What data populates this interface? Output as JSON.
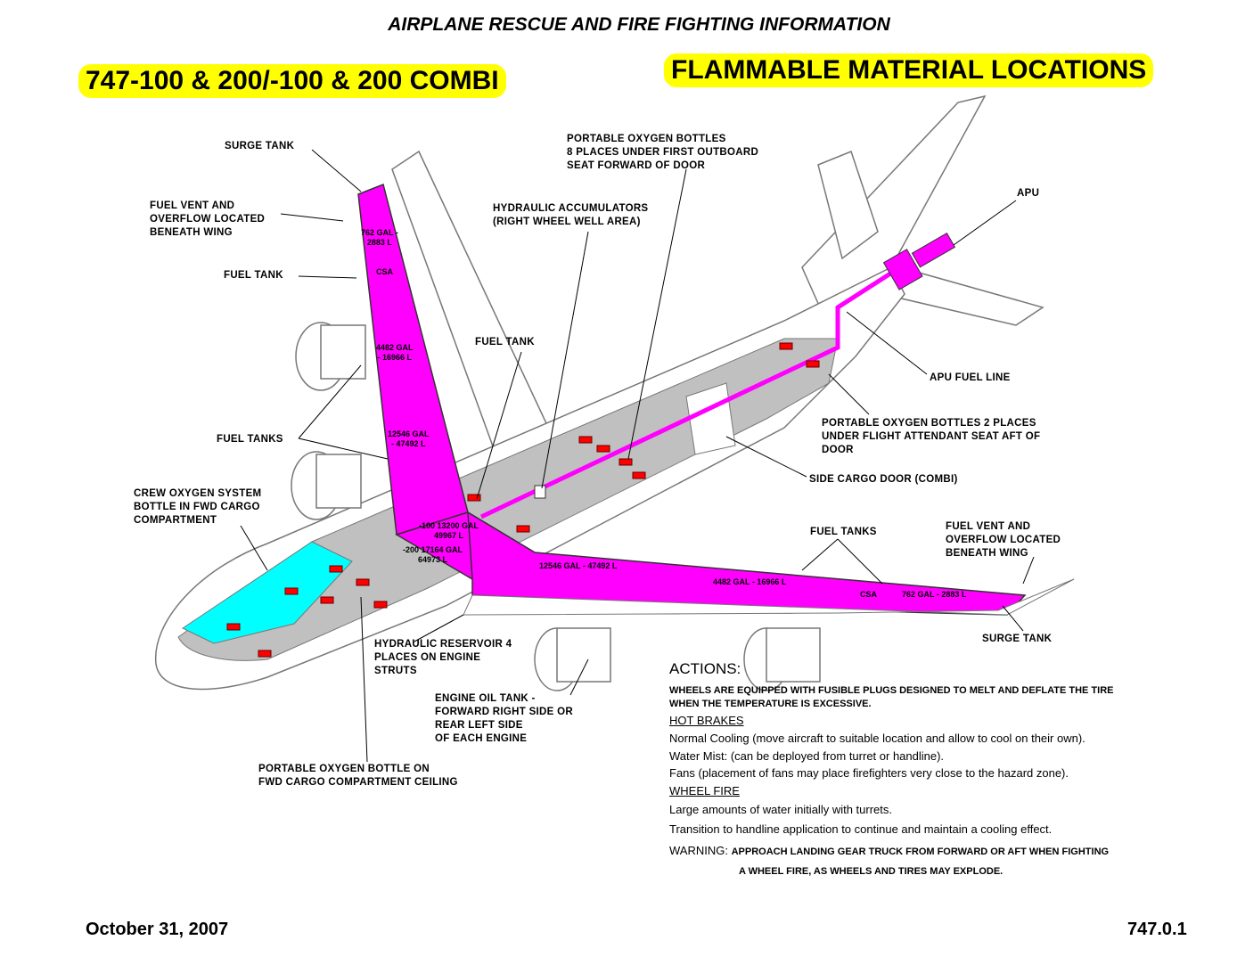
{
  "header": {
    "title": "AIRPLANE RESCUE AND FIRE FIGHTING INFORMATION",
    "model": "747-100 & 200/-100 & 200 COMBI",
    "subject": "FLAMMABLE MATERIAL LOCATIONS"
  },
  "colors": {
    "highlight": "#ffff00",
    "fuel": "#ff00ff",
    "crew_oxygen": "#00ffff",
    "oxygen_bottles": "#ff0000",
    "fuselage": "#c0c0c0"
  },
  "labels": [
    "SURGE TANK",
    "FUEL VENT AND\nOVERFLOW LOCATED\nBENEATH WING",
    "FUEL TANK",
    "FUEL TANKS",
    "CREW OXYGEN SYSTEM\nBOTTLE IN FWD CARGO\nCOMPARTMENT",
    "PORTABLE OXYGEN BOTTLES\n8 PLACES UNDER FIRST OUTBOARD\nSEAT FORWARD OF DOOR",
    "HYDRAULIC ACCUMULATORS\n(RIGHT WHEEL WELL AREA)",
    "FUEL TANK",
    "APU",
    "APU FUEL LINE",
    "PORTABLE OXYGEN BOTTLES 2 PLACES\nUNDER FLIGHT ATTENDANT SEAT AFT OF\nDOOR",
    "SIDE CARGO DOOR (COMBI)",
    "FUEL TANKS",
    "FUEL VENT AND\nOVERFLOW LOCATED\nBENEATH WING",
    "SURGE TANK",
    "HYDRAULIC RESERVOIR 4\nPLACES ON ENGINE\nSTRUTS",
    "ENGINE OIL TANK -\nFORWARD RIGHT SIDE OR\nREAR LEFT SIDE\nOF EACH ENGINE",
    "PORTABLE OXYGEN BOTTLE ON\nFWD CARGO COMPARTMENT CEILING"
  ],
  "tank_labels": {
    "left_surge": "762 GAL -\n2883 L",
    "left_csa": "CSA",
    "left_outboard": "4482 GAL\n- 16966 L",
    "left_inboard": "12546 GAL\n- 47492 L",
    "center_100": "-100  13200 GAL\n49967 L",
    "center_200": "-200  17164 GAL\n64973 L",
    "right_inboard": "12546 GAL - 47492 L",
    "right_outboard": "4482 GAL - 16966 L",
    "right_csa": "CSA",
    "right_surge": "762 GAL - 2883 L"
  },
  "actions": {
    "heading": "ACTIONS:",
    "wheels_note": "WHEELS ARE EQUIPPED WITH FUSIBLE PLUGS DESIGNED TO MELT AND DEFLATE THE TIRE\nWHEN THE TEMPERATURE IS EXCESSIVE.",
    "hot_brakes_heading": "HOT BRAKES",
    "hot_brakes": [
      "Normal Cooling (move aircraft to suitable location and allow to cool on their own).",
      "Water Mist:  (can be deployed from turret or handline).",
      "Fans (placement of fans may place firefighters very close to the hazard zone)."
    ],
    "wheel_fire_heading": "WHEEL FIRE",
    "wheel_fire": [
      "Large amounts of water initially with turrets.",
      "Transition to handline application to continue and maintain a cooling effect."
    ],
    "warning_label": "WARNING:",
    "warning_text": "APPROACH LANDING GEAR TRUCK FROM FORWARD OR AFT WHEN FIGHTING",
    "warning_text2": "A WHEEL FIRE, AS WHEELS AND TIRES MAY EXPLODE."
  },
  "footer": {
    "date": "October 31, 2007",
    "page": "747.0.1"
  }
}
